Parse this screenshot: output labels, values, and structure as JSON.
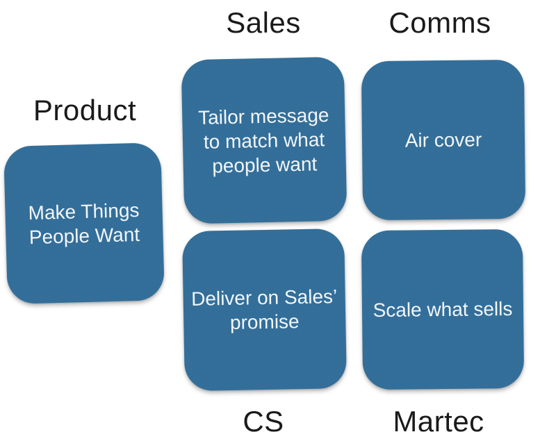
{
  "diagram_title": "",
  "colors": {
    "background": "#ffffff",
    "note_fill": "#3878a7",
    "note_text": "#f2f6f9",
    "label_text": "#1a1a1a"
  },
  "notes": [
    {
      "id": "product",
      "label": "Product",
      "label_position": "above",
      "lines": [
        "Make Things",
        "People Want"
      ]
    },
    {
      "id": "sales",
      "label": "Sales",
      "label_position": "above",
      "lines": [
        "Tailor message",
        "to match what",
        "people want"
      ]
    },
    {
      "id": "comms",
      "label": "Comms",
      "label_position": "above",
      "lines": [
        "Air cover"
      ]
    },
    {
      "id": "cs",
      "label": "CS",
      "label_position": "below",
      "lines": [
        "Deliver on Sales’",
        "promise"
      ]
    },
    {
      "id": "martec",
      "label": "Martec",
      "label_position": "below",
      "lines": [
        "Scale what sells"
      ]
    }
  ]
}
